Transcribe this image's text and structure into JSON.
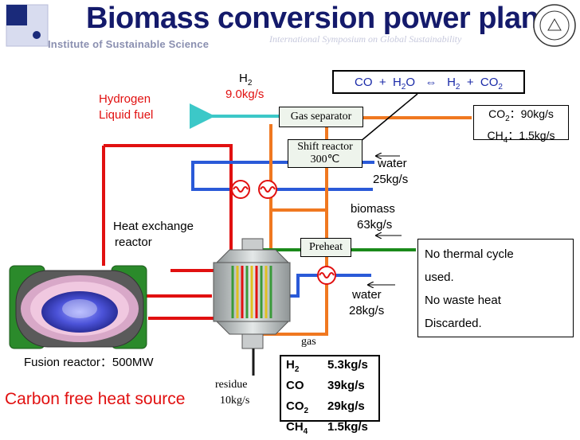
{
  "header": {
    "title": "Biomass conversion power plant",
    "institute": "Institute of Sustainable Science",
    "symposium": "International Symposium on Global Sustainability"
  },
  "reaction": {
    "lhs1": "CO",
    "plus1": "+",
    "lhs2": "H",
    "lhs2_sub": "2",
    "lhs2_tail": "O",
    "arrow": "⇔",
    "rhs1": "H",
    "rhs1_sub": "2",
    "plus2": "+",
    "rhs2": "CO",
    "rhs2_sub": "2"
  },
  "hydrogen": {
    "formula": "H",
    "formula_sub": "2",
    "rate": "9.0kg/s"
  },
  "product": {
    "line1": "Hydrogen",
    "line2": "Liquid fuel"
  },
  "components": {
    "gas_separator": "Gas separator",
    "shift_reactor": "Shift reactor",
    "shift_temp": "300℃",
    "preheat": "Preheat",
    "heat_exchange_line1": "Heat exchange",
    "heat_exchange_line2": "reactor",
    "fusion": "Fusion reactor：500MW"
  },
  "exhaust": {
    "co2": "CO",
    "co2_sub": "2",
    "co2_rate": "：90kg/s",
    "ch4": "CH",
    "ch4_sub": "4",
    "ch4_rate": "：1.5kg/s"
  },
  "inputs": {
    "water_top": "water",
    "water_top_rate": "25kg/s",
    "biomass": "biomass",
    "biomass_rate": "63kg/s",
    "water_low": "water",
    "water_low_rate": "28kg/s"
  },
  "notes": [
    "No thermal cycle",
    "used.",
    "No waste heat",
    "Discarded."
  ],
  "gas_label": "gas",
  "residue": {
    "label": "residue",
    "rate": "10kg/s"
  },
  "gas_output": [
    {
      "species": "H",
      "sub": "2",
      "rate": "5.3kg/s"
    },
    {
      "species": "CO",
      "sub": "",
      "rate": "39kg/s"
    },
    {
      "species": "CO",
      "sub": "2",
      "rate": "29kg/s"
    },
    {
      "species": "CH",
      "sub": "4",
      "rate": "1.5kg/s"
    }
  ],
  "tagline": "Carbon free heat source",
  "colors": {
    "title": "#141a6b",
    "heat_loop": "#e11010",
    "water": "#2a5ad8",
    "process": "#f07820",
    "biomass": "#1a8a1a",
    "hydrogen": "#3cc8c8"
  }
}
